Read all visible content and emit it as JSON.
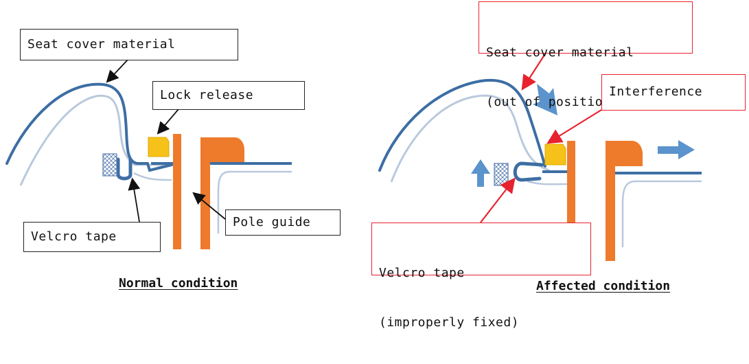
{
  "normal": {
    "caption": "Normal condition",
    "labels": {
      "seat_cover": "Seat cover material",
      "lock_release": "Lock release",
      "pole_guide": "Pole guide",
      "velcro_tape": "Velcro tape"
    }
  },
  "affected": {
    "caption": "Affected condition",
    "labels": {
      "seat_cover_line1": "Seat cover material",
      "seat_cover_line2": "(out of position)",
      "interference": "Interference",
      "velcro_line1": "Velcro tape",
      "velcro_line2": "(improperly fixed)"
    }
  },
  "colors": {
    "cover": "#3d6ea3",
    "cover_light": "#c9d8e8",
    "pole": "#ee7a2c",
    "lock": "#f6c21a",
    "arrow_blue": "#5b93cc",
    "leader_red": "#e8212e",
    "leader_black": "#111111"
  }
}
